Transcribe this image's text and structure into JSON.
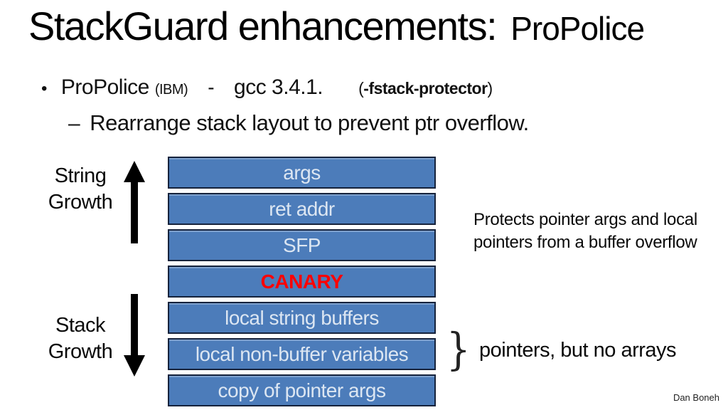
{
  "slide": {
    "title": {
      "main": "StackGuard enhancements:",
      "sub": "ProPolice"
    },
    "bullet": {
      "marker": "•",
      "propolice": "ProPolice",
      "ibm": "(IBM)",
      "dash": "-",
      "gcc": "gcc 3.4.1.",
      "paren_open": "(",
      "flag": "-fstack-protector",
      "paren_close": ")"
    },
    "sub_bullet": {
      "marker": "–",
      "text": "Rearrange stack layout to prevent ptr overflow."
    },
    "stack": {
      "boxes": [
        {
          "label": "args"
        },
        {
          "label": "ret addr"
        },
        {
          "label": "SFP"
        },
        {
          "label": "CANARY"
        },
        {
          "label": "local string buffers"
        },
        {
          "label": "local non-buffer variables"
        },
        {
          "label": "copy of pointer args"
        }
      ],
      "colors": {
        "box_fill": "#4c7cba",
        "box_border": "#16233c",
        "box_text": "#dce6f2",
        "canary_text": "#ff0000",
        "arrow": "#000000"
      }
    },
    "left_labels": {
      "string_growth": "String Growth",
      "stack_growth": "Stack Growth"
    },
    "annotations": {
      "protect_line1": "Protects pointer args and local",
      "protect_line2": "pointers from a buffer overflow",
      "brace": "}",
      "pointers_note": "pointers, but no arrays"
    },
    "credit": "Dan Boneh"
  }
}
